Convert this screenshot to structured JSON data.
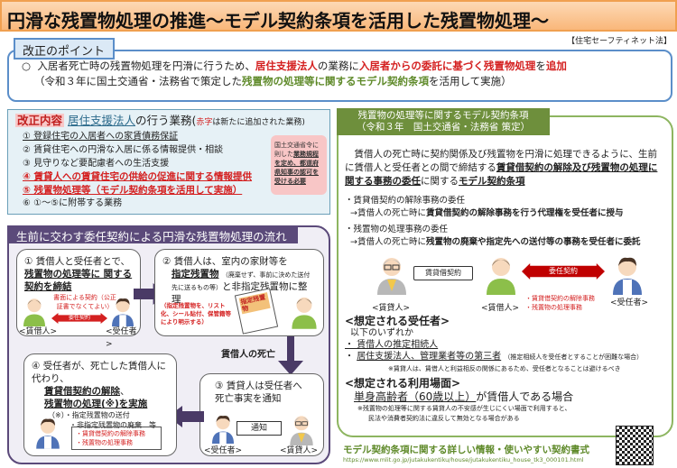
{
  "title": "円滑な残置物処理の推進～モデル契約条項を活用した残置物処理～",
  "law": "【住宅セーフティネット法】",
  "point": {
    "tab": "改正のポイント",
    "bullet": "○",
    "line1": [
      "入居者死亡時の残置物処理を円滑に行うため、",
      "居住支援法人",
      "の業務に",
      "入居者からの委託に基づく残置物処理",
      "を",
      "追加"
    ],
    "line2": [
      "（令和３年に国土交通省・法務省で策定した",
      "残置物の処理等に関するモデル契約条項",
      "を活用して実施）"
    ]
  },
  "kaisei": {
    "tag": "改正内容",
    "sub": "居住支援法人",
    "sub2": "の行う業務(",
    "red": "赤字",
    "note": "は新たに追加された業務)",
    "items": [
      "① 登録住宅の入居者への家賃債務保証",
      "② 賃貸住宅への円滑な入居に係る情報提供・相談",
      "③ 見守りなど要配慮者への生活支援",
      "④ 賃貸人への賃貸住宅の供給の促進に関する情報提供",
      "⑤ 残置物処理等（モデル契約条項を活用して実施）",
      "⑥ ①～⑤に附帯する業務"
    ],
    "callout": [
      "国土交通省令に則した",
      "業務規程を定め、都道府県知事の認可を受ける必要"
    ]
  },
  "flow": {
    "title": "生前に交わす委任契約による円滑な残置物処理の流れ",
    "step1": {
      "a": "① 賃借人と受任者とで、",
      "b": "残置物の処理等に 関する契約を締結",
      "note": "書面による契約（公正証書でなくてよい）",
      "arrow": "委任契約",
      "p1": "<賃借人>",
      "p2": "<受任者>"
    },
    "step2": {
      "a": "② 賃借人は、室内の家財等を",
      "b": "指定残置物",
      "c": "（廃棄せず、事前に決めた送付先に送るもの等）",
      "d": "と非指定残置物に整理",
      "note": "（指定残置物を、リスト化、シール貼付、保管籍等により明示する）",
      "doc": "指定残置物"
    },
    "death": "賃借人の死亡",
    "step3": {
      "a": "③ 賃貸人は受任者へ死亡事実を通知",
      "arrow": "通知",
      "p1": "<受任者>",
      "p2": "<賃貸人>"
    },
    "step4": {
      "a": "④ 受任者が、死亡した賃借人に代わり、",
      "b": "賃貸借契約の解除",
      "c": "、",
      "d": "残置物の処理(※)を実施",
      "n1": "（※）・指定残置物の送付",
      "n2": "・非指定残置物の廃棄　等",
      "bubble": [
        "・賃貸借契約の解除事務",
        "・残置物の処理事務"
      ]
    }
  },
  "model": {
    "title": "残置物の処理等に関するモデル契約条項",
    "subtitle": "（令和３年　国土交通省・法務省 策定）",
    "intro": [
      "　賃借人の死亡時に契約関係及び残置物を円滑に処理できるように、生前に賃借人と受任者との間で締結する",
      "賃貸借契約の解除及び残置物の処理に関する事務の委任",
      "に関する",
      "モデル契約条項"
    ],
    "d1": "・賃貸借契約の解除事務の委任",
    "d1a": "→賃借人の死亡時に",
    "d1b": "賃貸借契約の解除事務を行う代理権を受任者に授与",
    "d2": "・残置物の処理事務の委任",
    "d2a": "→賃借人の死亡時に",
    "d2b": "残置物の廃棄や指定先への送付等の事務を受任者に委託",
    "diagram": {
      "lease": "賃貸借契約",
      "mandate": "委任契約",
      "lessor": "<賃貸人>",
      "lessee": "<賃借人>",
      "agent": "<受任者>",
      "tasks": [
        "・賃貸借契約の解除事務",
        "・残置物の処理事務"
      ]
    },
    "agents_h": "<想定される受任者>",
    "agents_sub": "以下のいずれか",
    "agent1": "・ 賃借人の推定相続人",
    "agent2": "居住支援法人、管理業者等の第三者",
    "agent2note": "（推定相続人を受任者とすることが困難な場合）",
    "agentnote": "※賃貸人は、賃借人と利益相反の関係にあるため、受任者となることは避けるべき",
    "scene_h": "<想定される利用場面>",
    "scene": "単身高齢者（60歳以上）",
    "scene2": "が賃借人である場合",
    "scene_note1": "※残置物の処理等に関する賃貸人の不安感が生じにくい場面で利用すると、",
    "scene_note2": "民法や消費者契約法に違反して無効となる場合がある"
  },
  "link": {
    "title": "モデル契約条項に関する詳しい情報・使いやすい契約書式",
    "url": "https://www.mlit.go.jp/jutakukentiku/house/jutakukentiku_house_tk3_000101.html"
  },
  "colors": {
    "accent_red": "#d42020",
    "purple": "#5b4a7a",
    "green": "#6e8f3c",
    "blue": "#5b8ec9"
  }
}
